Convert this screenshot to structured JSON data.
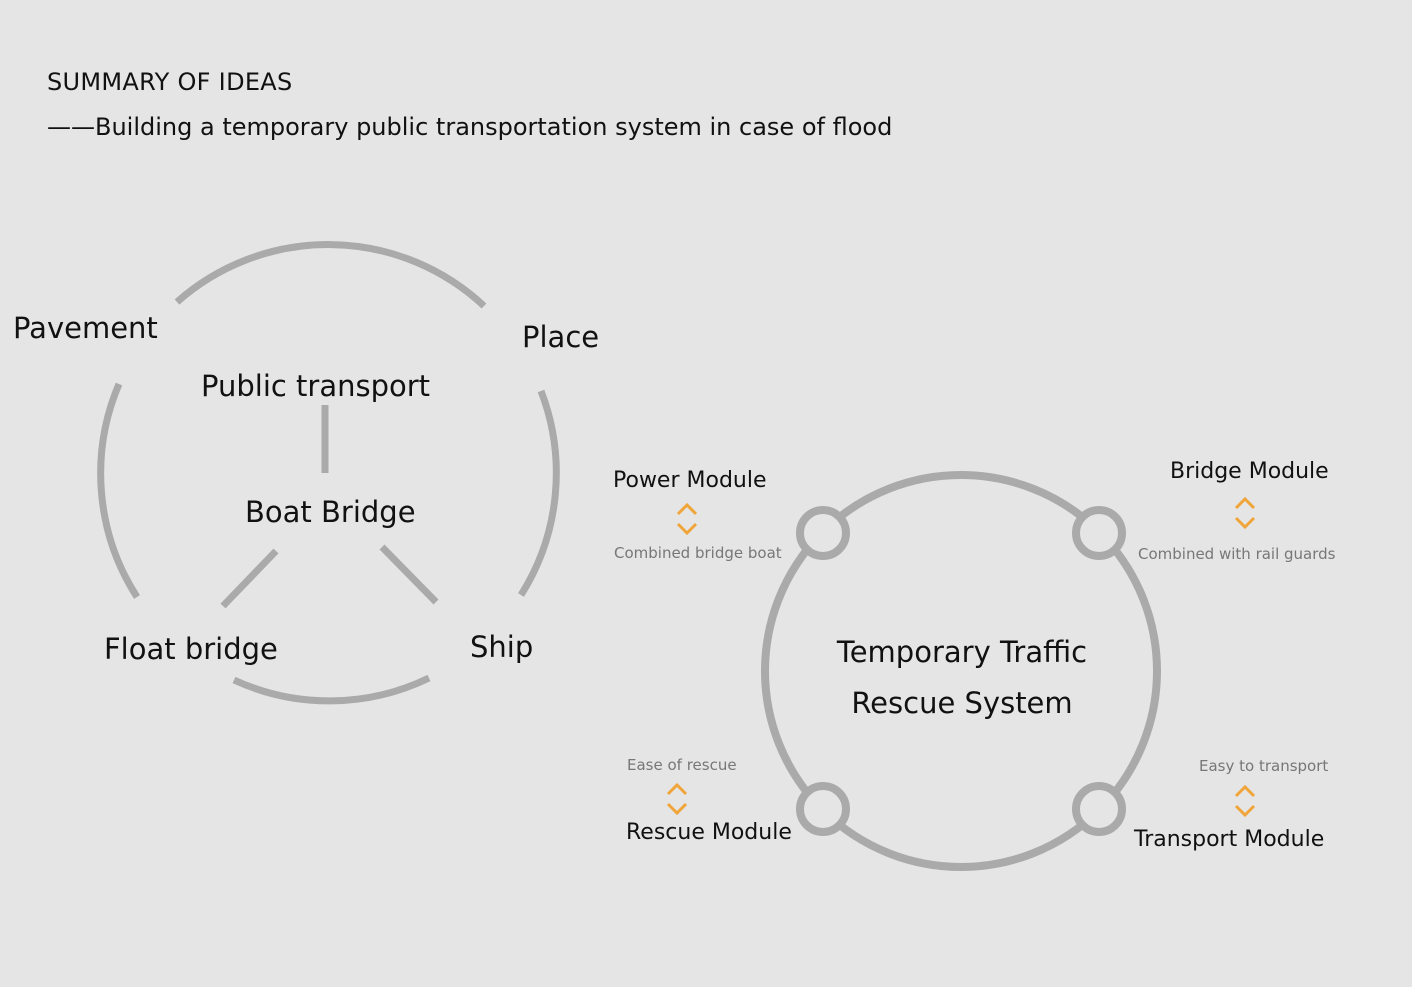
{
  "header": {
    "title": "SUMMARY OF IDEAS",
    "subtitle": "——Building a temporary public transportation system in case of flood"
  },
  "left_diagram": {
    "nodes": {
      "pavement": "Pavement",
      "place": "Place",
      "public_transport": "Public transport",
      "boat_bridge": "Boat Bridge",
      "float_bridge": "Float bridge",
      "ship": "Ship"
    }
  },
  "right_diagram": {
    "center": {
      "line1": "Temporary Traffic",
      "line2": "Rescue System"
    },
    "modules": {
      "power": {
        "label": "Power Module",
        "note": "Combined bridge boat"
      },
      "bridge": {
        "label": "Bridge Module",
        "note": "Combined with rail guards"
      },
      "rescue": {
        "label": "Rescue Module",
        "note": "Ease of rescue"
      },
      "transport": {
        "label": "Transport Module",
        "note": "Easy to transport"
      }
    }
  },
  "colors": {
    "background": "#e5e5e5",
    "stroke": "#aaaaaa",
    "accent_chevron": "#f0a53a",
    "note_text": "#777777"
  }
}
